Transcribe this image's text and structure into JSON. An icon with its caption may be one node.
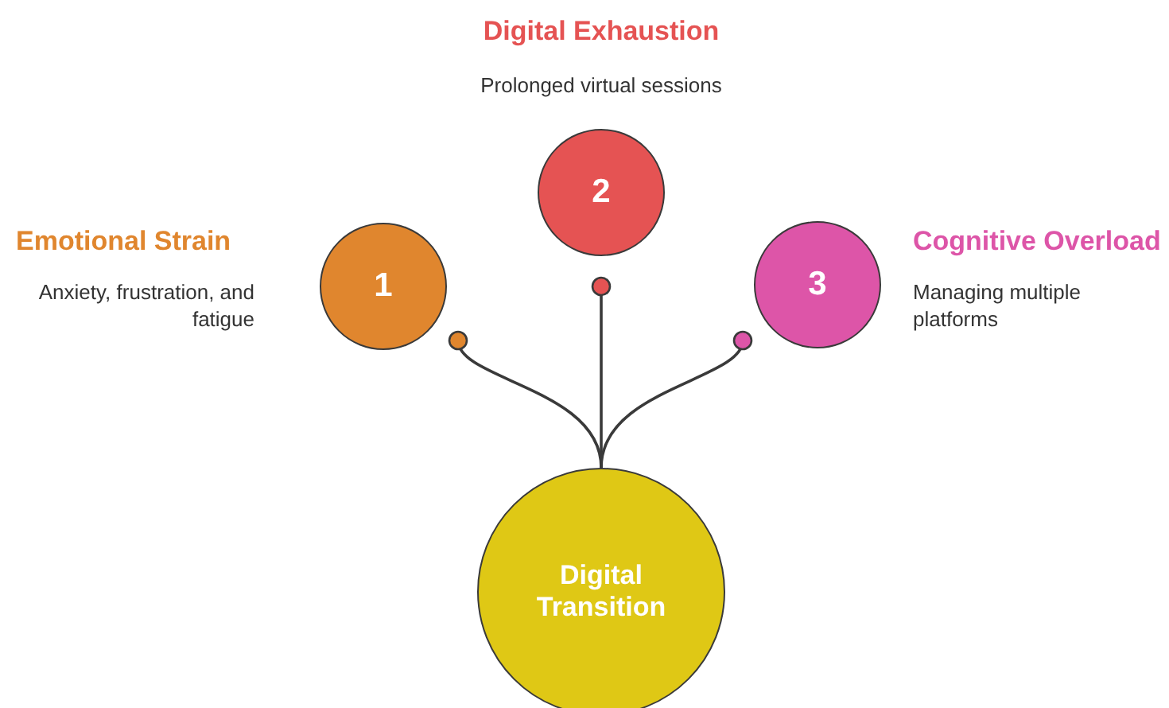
{
  "diagram": {
    "nodes": [
      {
        "text": [
          "Digital Transition"
        ]
      },
      {
        "text": [
          "1"
        ],
        "beside": [
          "Emotional Strain",
          "Anxiety, frustration, and fatigue"
        ]
      },
      {
        "text": [
          "2"
        ],
        "beside": [
          "Digital Exhaustion",
          "Prolonged virtual sessions"
        ]
      },
      {
        "text": [
          "3"
        ],
        "beside": [
          "Cognitive Overload",
          "Managing multiple platforms"
        ]
      }
    ],
    "edges": [
      {
        "from": 0,
        "to": 1,
        "arrow": "other"
      },
      {
        "from": 0,
        "to": 2,
        "arrow": "other"
      },
      {
        "from": 0,
        "to": 3,
        "arrow": "other"
      }
    ]
  }
}
